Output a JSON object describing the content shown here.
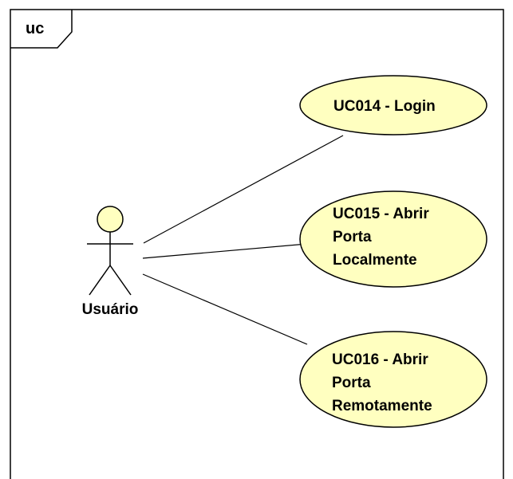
{
  "diagram": {
    "frame_label": "uc",
    "actor": {
      "name": "Usuário"
    },
    "use_cases": [
      {
        "lines": [
          "UC014 - Login"
        ]
      },
      {
        "lines": [
          "UC015 - Abrir",
          "Porta",
          "Localmente"
        ]
      },
      {
        "lines": [
          "UC016 - Abrir",
          "Porta",
          "Remotamente"
        ]
      }
    ],
    "colors": {
      "use_case_fill": "#FFFFC0",
      "actor_fill": "#FFFFC0",
      "stroke": "#000000",
      "background": "#FFFFFF"
    }
  }
}
